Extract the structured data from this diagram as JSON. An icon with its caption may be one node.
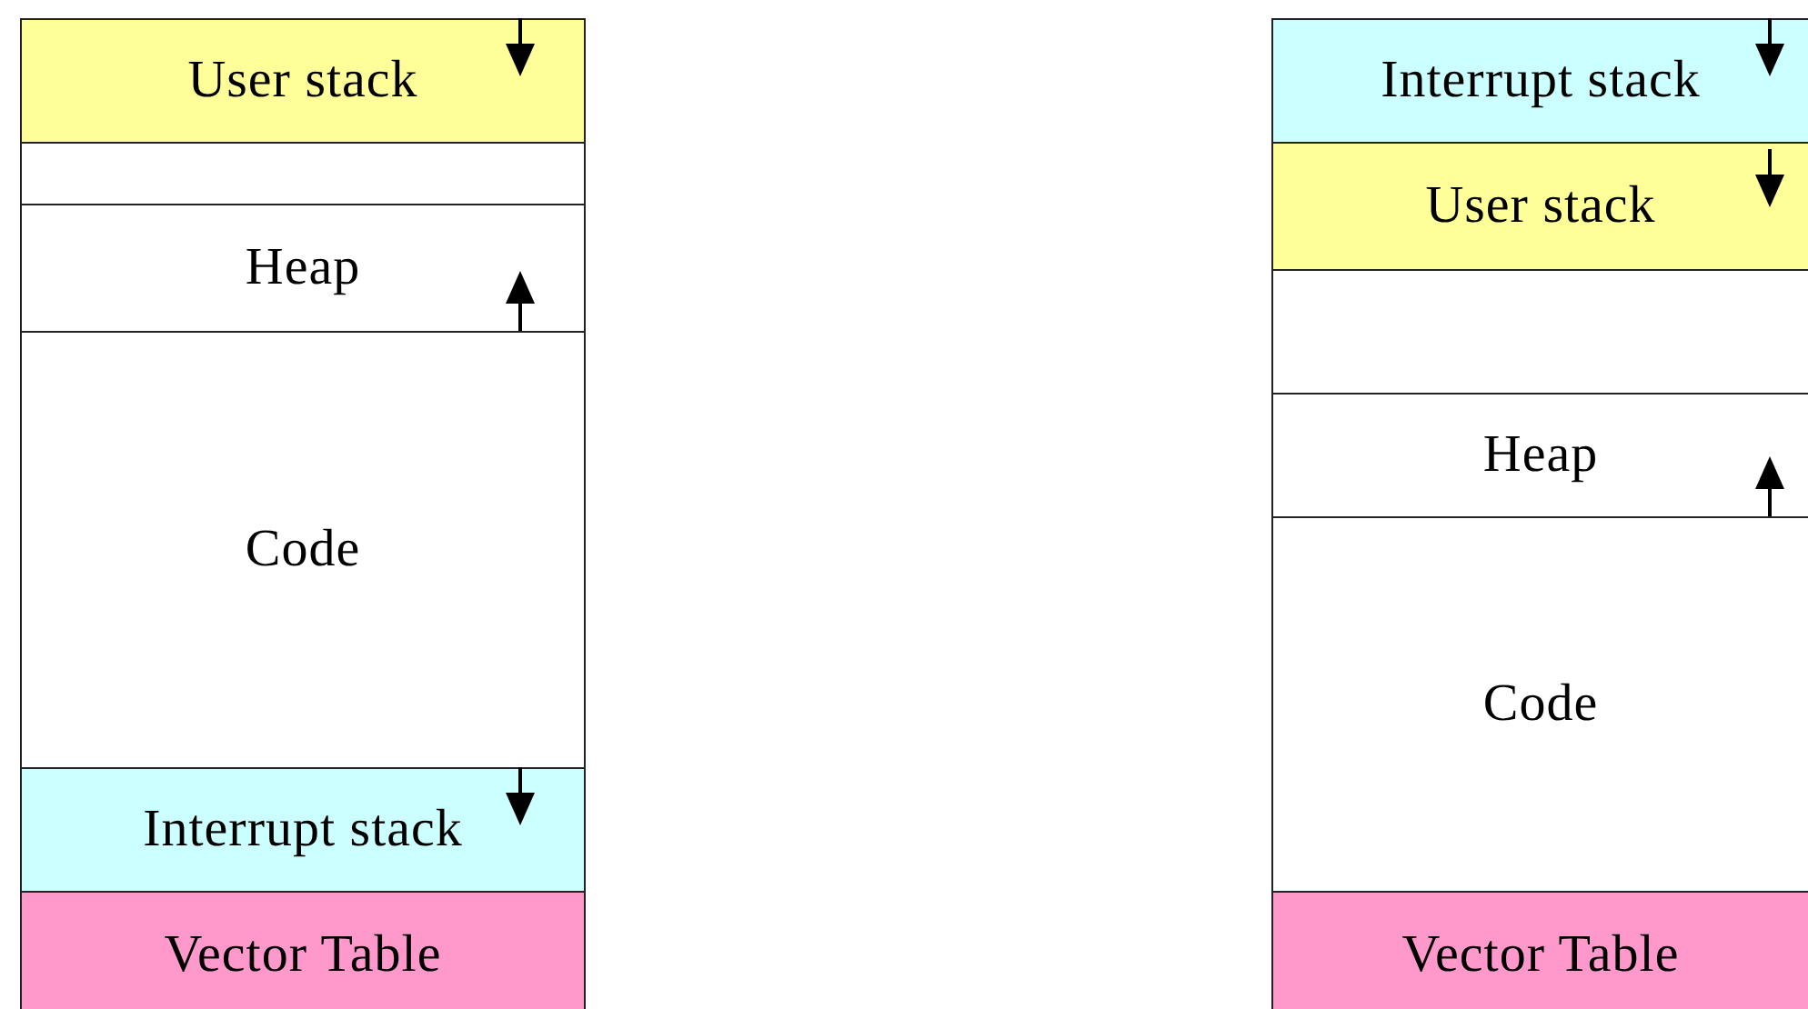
{
  "diagram": {
    "nodes": [
      {
        "text": [
          "User stack"
        ]
      },
      {
        "text": [],
        "shape": "box"
      },
      {
        "text": [
          "Heap"
        ]
      },
      {
        "text": [
          "Code"
        ]
      },
      {
        "text": [
          "Interrupt stack"
        ]
      },
      {
        "text": [
          "Vector Table"
        ]
      },
      {
        "text": [
          "Interrupt stack"
        ]
      },
      {
        "text": [
          "User stack"
        ]
      },
      {
        "text": [],
        "shape": "box"
      },
      {
        "text": [
          "Heap"
        ]
      },
      {
        "text": [
          "Code"
        ]
      },
      {
        "text": [
          "Vector Table"
        ]
      }
    ]
  }
}
